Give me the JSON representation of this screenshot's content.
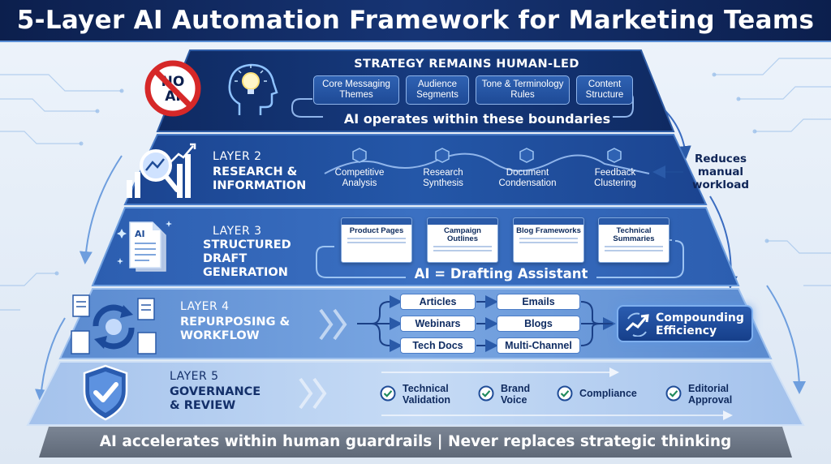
{
  "title": "5-Layer AI Automation Framework for Marketing Teams",
  "colors": {
    "navy": "#0c1f4d",
    "layer1": "#13306b",
    "layer2": "#1f4c97",
    "layer3": "#3467b5",
    "layer4": "#6b9ad8",
    "layer5": "#b2cdef",
    "footer": "#6f7a8a",
    "no_ai_red": "#d62828"
  },
  "no_ai_badge": {
    "line1": "NO",
    "line2": "AI"
  },
  "layer1": {
    "title": "STRATEGY REMAINS HUMAN-LED",
    "chips": [
      "Core Messaging Themes",
      "Audience Segments",
      "Tone & Terminology Rules",
      "Content Structure"
    ],
    "boundary": "AI operates within these boundaries",
    "icon": "head-lightbulb-icon"
  },
  "layer2": {
    "num": "LAYER 2",
    "title_line1": "RESEARCH &",
    "title_line2": "INFORMATION",
    "steps": [
      "Competitive Analysis",
      "Research Synthesis",
      "Document Condensation",
      "Feedback Clustering"
    ],
    "icon": "magnifier-chart-icon"
  },
  "layer3": {
    "num": "LAYER 3",
    "title_line1": "STRUCTURED",
    "title_line2": "DRAFT",
    "title_line3": "GENERATION",
    "docs": [
      "Product Pages",
      "Campaign Outlines",
      "Blog Frameworks",
      "Technical Summaries"
    ],
    "assistant": "AI = Drafting Assistant",
    "icon": "ai-document-icon",
    "doc_icon_label": "AI"
  },
  "layer4": {
    "num": "LAYER 4",
    "title_line1": "REPURPOSING &",
    "title_line2": "WORKFLOW",
    "inputs": [
      "Articles",
      "Webinars",
      "Tech Docs"
    ],
    "outputs": [
      "Emails",
      "Blogs",
      "Multi-Channel"
    ],
    "compounding": "Compounding Efficiency",
    "icon": "repurpose-cycle-icon"
  },
  "layer5": {
    "num": "LAYER 5",
    "title_line1": "GOVERNANCE",
    "title_line2": "& REVIEW",
    "checks": [
      "Technical Validation",
      "Brand Voice",
      "Compliance",
      "Editorial Approval"
    ],
    "icon": "shield-check-icon"
  },
  "side_note": {
    "line1": "Reduces",
    "line2": "manual",
    "line3": "workload"
  },
  "footer": "AI accelerates within human guardrails | Never replaces strategic thinking"
}
